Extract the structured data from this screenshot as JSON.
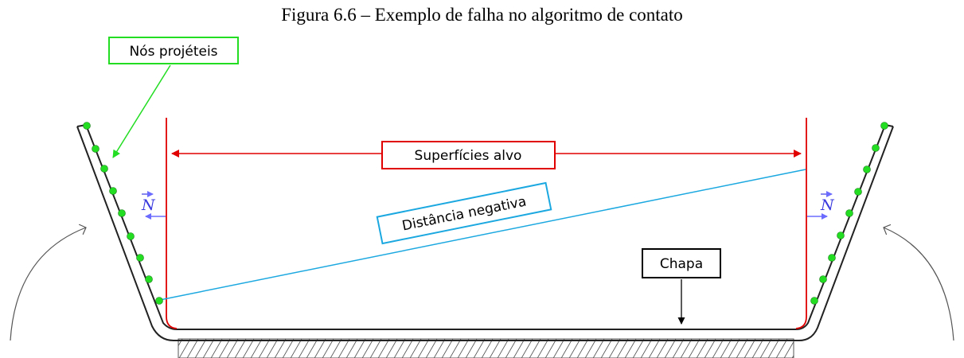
{
  "caption": "Figura 6.6 – Exemplo de falha no algoritmo de contato",
  "labels": {
    "projectile_nodes": "Nós projéteis",
    "target_surfaces": "Superfícies alvo",
    "negative_distance": "Distância negativa",
    "sheet": "Chapa",
    "normal_left": "N",
    "normal_right": "N"
  },
  "colors": {
    "target_surface": "#e00000",
    "negative_distance": "#1ba8e0",
    "nodes": "#22dd22",
    "normal_arrow": "#6b6bff",
    "sheet": "#000000",
    "annotation_green": "#22dd22"
  }
}
